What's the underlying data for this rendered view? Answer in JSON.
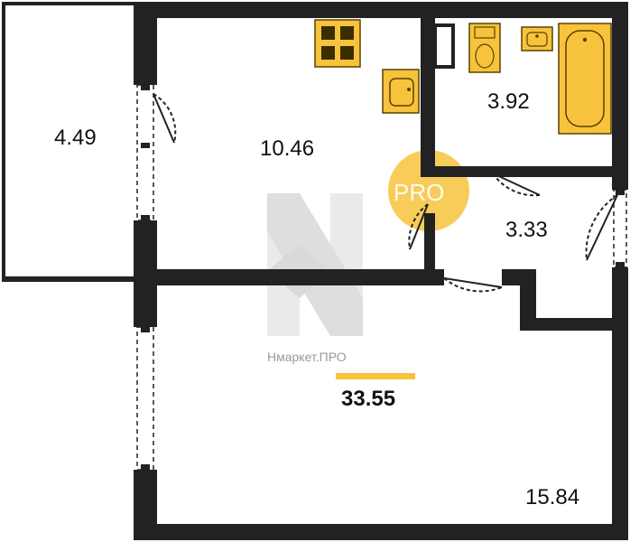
{
  "plan": {
    "rooms": [
      {
        "key": "balcony",
        "area": "4.49"
      },
      {
        "key": "kitchen",
        "area": "10.46"
      },
      {
        "key": "bathroom",
        "area": "3.92"
      },
      {
        "key": "hallway",
        "area": "3.33"
      },
      {
        "key": "living",
        "area": "15.84"
      }
    ],
    "total_area": "33.55"
  },
  "branding": {
    "watermark_text": "Нмаркет.ПРО",
    "badge_text": "PRO"
  },
  "colors": {
    "wall": "#222222",
    "fixture": "#f7c33c",
    "fixture_stroke": "#5a4200",
    "accent_bar": "#f7c33c",
    "badge": "#f7c33c",
    "watermark": "#cfcfcf"
  },
  "icons": [
    "stove-icon",
    "sink-icon",
    "toilet-icon",
    "washbasin-icon",
    "bathtub-icon"
  ]
}
